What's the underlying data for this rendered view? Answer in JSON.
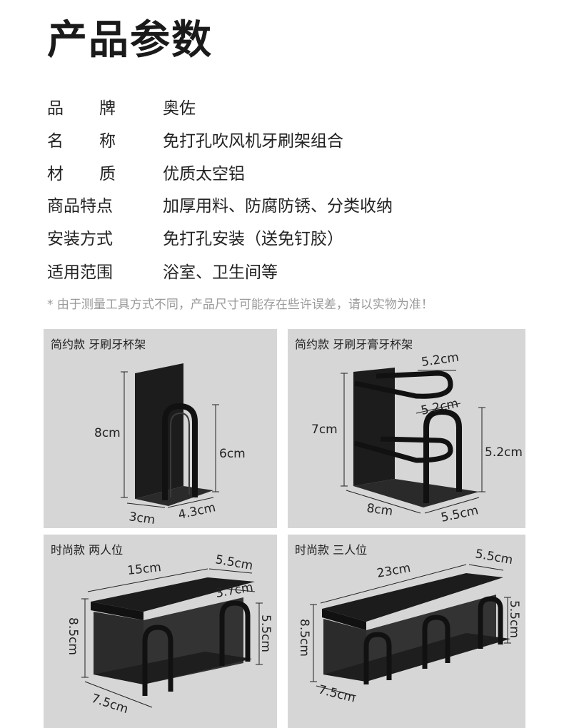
{
  "title": "产品参数",
  "specs": [
    {
      "key": "品牌",
      "value": "奥佐"
    },
    {
      "key": "名称",
      "value": "免打孔吹风机牙刷架组合"
    },
    {
      "key": "材质",
      "value": "优质太空铝"
    },
    {
      "key": "商品特点",
      "value": "加厚用料、防腐防锈、分类收纳"
    },
    {
      "key": "安装方式",
      "value": "免打孔安装（送免钉胶）"
    },
    {
      "key": "适用范围",
      "value": "浴室、卫生间等"
    }
  ],
  "note": "* 由于测量工具方式不同，产品尺寸可能存在些许误差，请以实物为准！",
  "panels": [
    {
      "label": "简约款 牙刷牙杯架",
      "dims": [
        "8cm",
        "6cm",
        "3cm",
        "4.3cm"
      ]
    },
    {
      "label": "简约款 牙刷牙膏牙杯架",
      "dims": [
        "5.2cm",
        "5.2cm",
        "7cm",
        "5.2cm",
        "8cm",
        "5.5cm"
      ]
    },
    {
      "label": "时尚款 两人位",
      "dims": [
        "15cm",
        "5.5cm",
        "3.7cm",
        "8.5cm",
        "5.5cm",
        "7.5cm"
      ]
    },
    {
      "label": "时尚款 三人位",
      "dims": [
        "23cm",
        "5.5cm",
        "8.5cm",
        "5.5cm",
        "7.5cm"
      ]
    }
  ],
  "colors": {
    "panel_bg": "#d6d6d6",
    "product": "#1c1c1c",
    "note": "#9a9a9a"
  }
}
